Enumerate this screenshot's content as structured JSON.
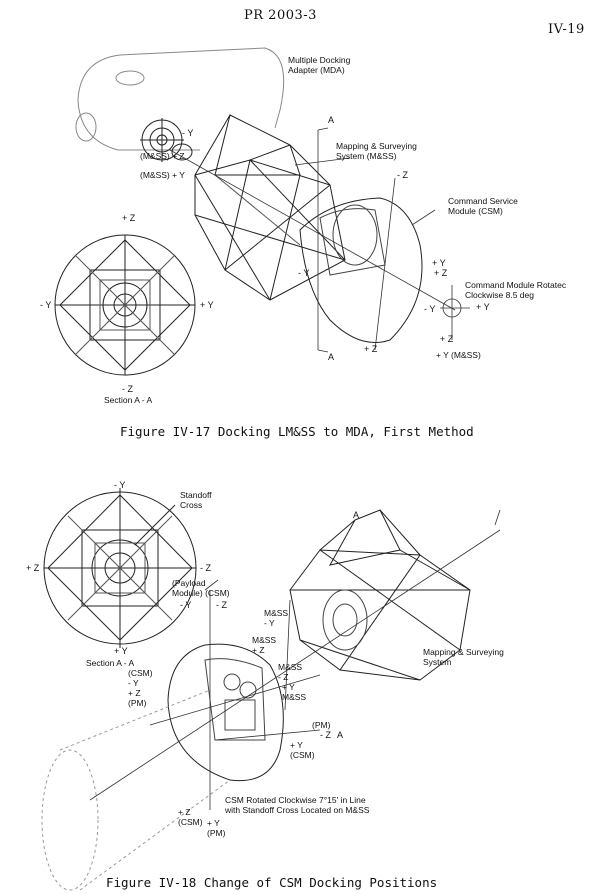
{
  "header": {
    "doc_id": "PR 2003-3",
    "page_number": "IV-19"
  },
  "figure1": {
    "caption": "Figure IV-17  Docking LM&SS to MDA, First Method",
    "labels": {
      "mda": "Multiple Docking\nAdapter (MDA)",
      "mss": "Mapping & Surveying\nSystem (M&SS)",
      "csm": "Command Service\nModule (CSM)",
      "cm_rotated": "Command Module Rotatec\nClockwise 8.5 deg",
      "section": "Section A - A",
      "mss_z": "(M&SS) + Z",
      "mss_y": "(M&SS) + Y",
      "plus_y_mss": "+ Y (M&SS)"
    },
    "axes": {
      "A_top": "A",
      "A_bottom": "A",
      "minus_y_mda": "- Y",
      "minus_z_top": "- Z",
      "minus_y_mid": "- Y",
      "plus_z_sec": "+ Z",
      "minus_z_sec": "- Z",
      "minus_y_sec": "- Y",
      "plus_y_sec": "+ Y",
      "plus_y_r": "+ Y",
      "plus_z_r": "+ Z",
      "minus_y_r": "- Y",
      "plus_y_r2": "+ Y",
      "plus_z_bottom": "+ Z",
      "plus_z_r2": "+ Z"
    }
  },
  "figure2": {
    "caption": "Figure IV-18  Change of CSM Docking Positions",
    "labels": {
      "standoff": "Standoff\nCross",
      "payload": "(Payload\nModule) (CSM)",
      "section": "Section A - A",
      "mss": "Mapping & Surveying\nSystem",
      "csm_rotated": "CSM Rotated Clockwise 7°15' in Line\nwith Standoff Cross Located on M&SS",
      "mss_y": "M&SS\n- Y",
      "mss_plus_z": "M&SS\n+ Z",
      "mss_minus_z": "M&SS\n- Z",
      "mss_plus_y": "+ Y\nM&SS",
      "csm_minus_y": "(CSM)\n- Y",
      "pm_plus_z": "+ Z\n(PM)",
      "pm_label": "(PM)",
      "csm_plus_y": "+ Y\n(CSM)",
      "csm_plus_z": "+ Z\n(CSM)",
      "pm_plus_y": "+ Y\n(PM)"
    },
    "axes": {
      "minus_y_top": "- Y",
      "plus_z_left": "+ Z",
      "minus_z_right": "- Z",
      "plus_y_bottom": "+ Y",
      "minus_y_pm": "- Y",
      "minus_z_pm": "- Z",
      "A_top": "A",
      "A_right": "A",
      "minus_z_csm": "- Z"
    }
  }
}
